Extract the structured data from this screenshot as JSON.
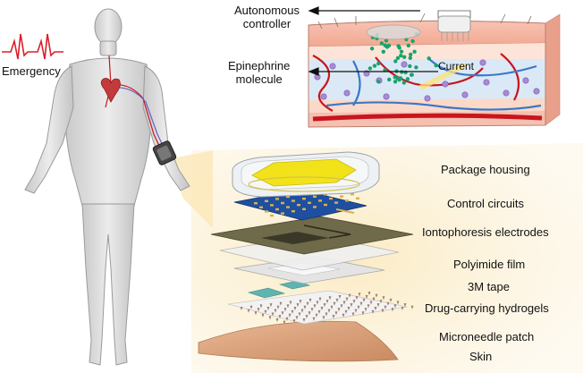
{
  "labels": {
    "emergency": "Emergency",
    "autonomous_controller": [
      "Autonomous",
      "controller"
    ],
    "epinephrine_molecule": [
      "Epinephrine",
      "molecule"
    ],
    "current": "Current"
  },
  "layers": [
    "Package housing",
    "Control circuits",
    "Iontophoresis electrodes",
    "Polyimide film",
    "3M tape",
    "Drug-carrying hydrogels",
    "Microneedle patch",
    "Skin"
  ],
  "colors": {
    "ecg": "#d9202b",
    "vessel_red": "#c8151e",
    "vessel_blue": "#3a78c8",
    "skin": "#f4b5a2",
    "dermis": "#fde4d8",
    "tissue": "#dbe9f6",
    "chip": "#f2e21a",
    "pcb": "#1f4fa0",
    "electrode": "#6e6a4a",
    "patch_skin": "#d9a07a",
    "glow": "#fbeecb",
    "drug": "#1aa36a",
    "cell": "#a98ad6"
  },
  "icons": [
    "ecg-icon",
    "smartwatch-icon",
    "heart-icon",
    "arrow-left-icon"
  ]
}
